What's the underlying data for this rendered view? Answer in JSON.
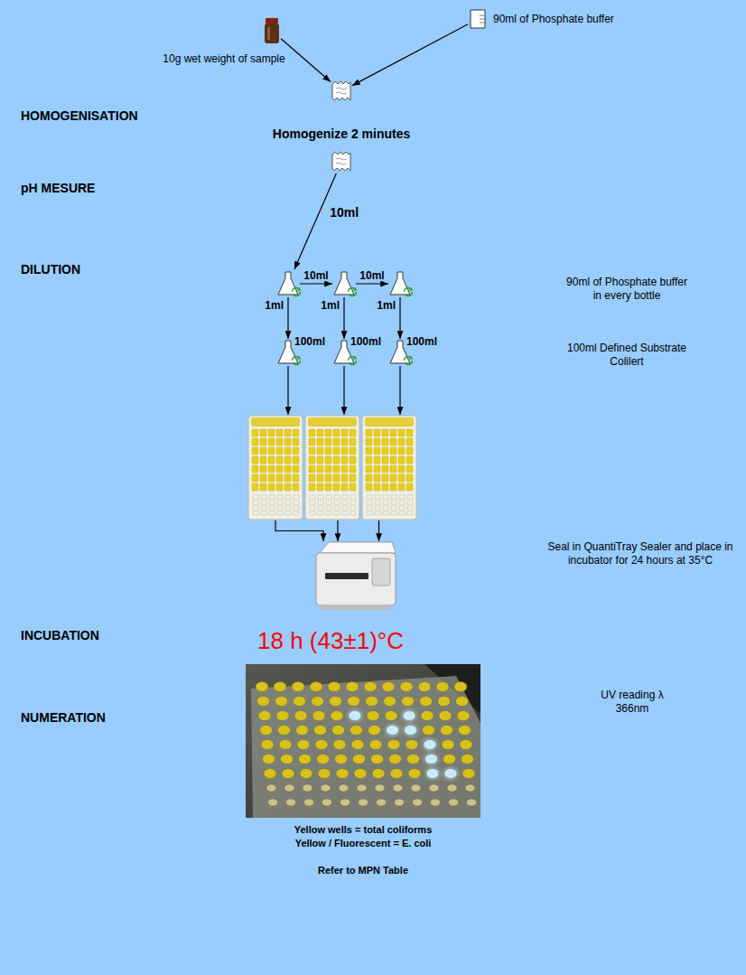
{
  "diagram": {
    "nodes": [
      {
        "text": [
          "10g wet weight of sample"
        ]
      },
      {
        "text": [
          "90ml of Phosphate buffer"
        ]
      },
      {
        "text": [
          "Homogenize 2 minutes"
        ]
      },
      {
        "text": []
      },
      {
        "text": []
      },
      {
        "text": []
      },
      {
        "text": []
      },
      {
        "text": [
          "100ml"
        ]
      },
      {
        "text": [
          "100ml"
        ]
      },
      {
        "text": [
          "100ml"
        ]
      },
      {
        "text": []
      },
      {
        "text": []
      },
      {
        "text": []
      },
      {
        "text": []
      }
    ],
    "edges": [
      {
        "from": 0,
        "to": 2,
        "arrow": "to"
      },
      {
        "from": 1,
        "to": 2,
        "arrow": "to"
      },
      {
        "from": 3,
        "to": 4,
        "label": "10ml",
        "arrow": "to"
      },
      {
        "from": 4,
        "to": 5,
        "label": "10ml",
        "arrow": "to"
      },
      {
        "from": 5,
        "to": 6,
        "label": "10ml",
        "arrow": "to"
      },
      {
        "from": 4,
        "to": 7,
        "label": "1ml",
        "arrow": "to"
      },
      {
        "from": 5,
        "to": 8,
        "label": "1ml",
        "arrow": "to"
      },
      {
        "from": 6,
        "to": 9,
        "label": "1ml",
        "arrow": "to"
      },
      {
        "from": 7,
        "to": 10,
        "arrow": "to"
      },
      {
        "from": 8,
        "to": 11,
        "arrow": "to"
      },
      {
        "from": 9,
        "to": 12,
        "arrow": "to"
      },
      {
        "from": 10,
        "to": 13,
        "arrow": "to"
      },
      {
        "from": 11,
        "to": 13,
        "arrow": "to"
      },
      {
        "from": 12,
        "to": 13,
        "arrow": "to"
      }
    ],
    "labels": [
      "HOMOGENISATION",
      "pH MESURE",
      "DILUTION",
      "INCUBATION",
      "NUMERATION",
      "90ml of Phosphate buffer in every bottle",
      "100ml Defined Substrate Colilert",
      "Seal in QuantiTray Sealer and place in incubator for 24 hours at 35°C",
      "18 h (43±1)°C",
      "UV reading λ 366nm",
      "Yellow wells = total coliforms",
      "Yellow / Fluorescent = E. coli",
      "Refer to MPN Table"
    ]
  }
}
